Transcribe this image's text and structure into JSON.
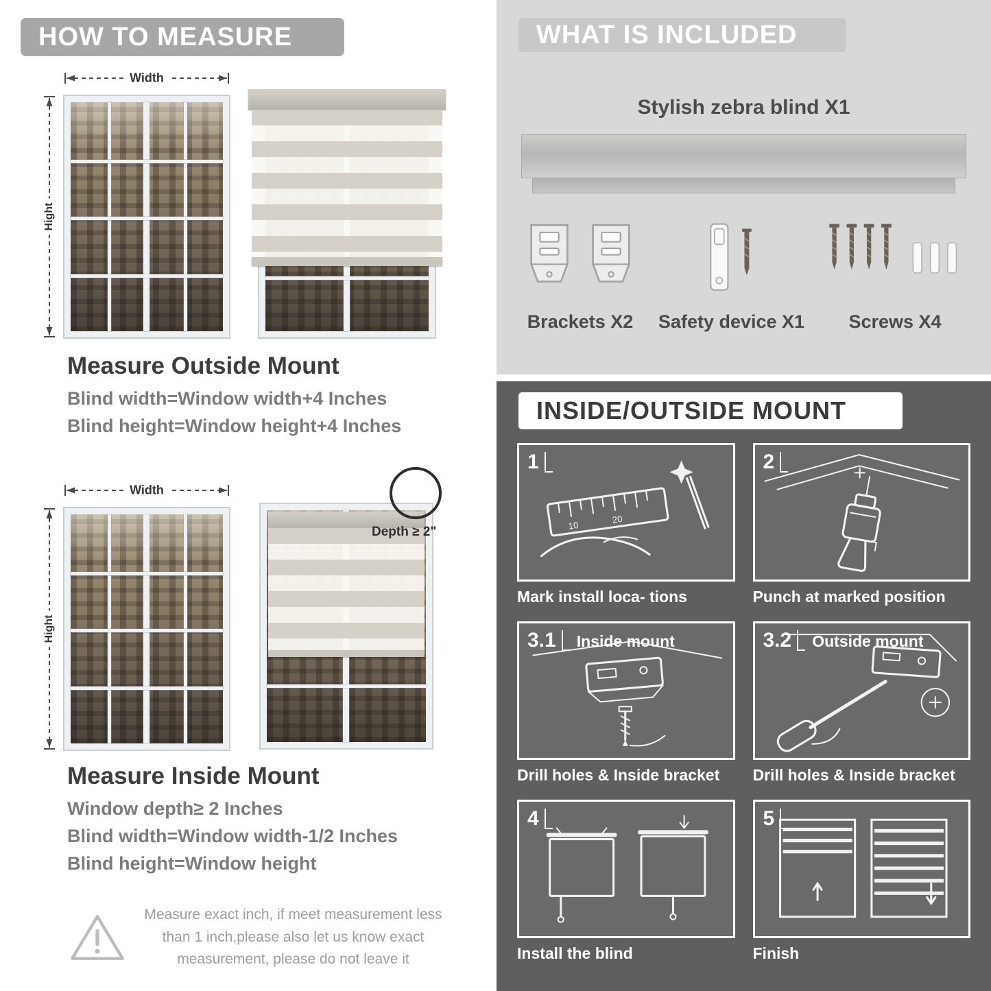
{
  "left": {
    "header": "HOW TO MEASURE",
    "outside": {
      "width_label": "Width",
      "height_label": "Hight",
      "title": "Measure Outside Mount",
      "lines": [
        "Blind width=Window width+4 Inches",
        "Blind height=Window height+4 Inches"
      ]
    },
    "inside": {
      "width_label": "Width",
      "height_label": "Hight",
      "depth_label": "Depth ≥ 2\"",
      "title": "Measure Inside Mount",
      "lines": [
        "Window depth≥ 2 Inches",
        "Blind width=Window width-1/2 Inches",
        "Blind height=Window height"
      ]
    },
    "note": "Measure exact inch, if meet measurement less than 1 inch,please also let us know exact measurement, please do not leave it"
  },
  "included": {
    "header": "WHAT IS INCLUDED",
    "product": "Stylish zebra blind X1",
    "items": [
      {
        "name": "brackets",
        "label": "Brackets X2"
      },
      {
        "name": "safety-device",
        "label": "Safety device X1"
      },
      {
        "name": "screws",
        "label": "Screws X4"
      }
    ]
  },
  "mount": {
    "header": "INSIDE/OUTSIDE MOUNT",
    "steps": [
      {
        "num": "1",
        "caption": "Mark install loca- tions"
      },
      {
        "num": "2",
        "caption": "Punch at  marked position"
      },
      {
        "num": "3.1",
        "title": "Inside mount",
        "caption": "Drill holes &  Inside bracket"
      },
      {
        "num": "3.2",
        "title": "Outside mount",
        "caption": "Drill holes &  Inside bracket"
      },
      {
        "num": "4",
        "caption": "Install the blind"
      },
      {
        "num": "5",
        "caption": "Finish"
      }
    ]
  },
  "colors": {
    "left_banner": "#a7a7a7",
    "included_bg": "#d8d8d8",
    "included_banner": "#c8c8c8",
    "mount_bg": "#5f5f5f",
    "stripe_beige": "#d5d1c8",
    "stripe_sheer": "#faf8f3",
    "heading_text": "#3d3d3d",
    "formula_text": "#7c7c7c"
  }
}
